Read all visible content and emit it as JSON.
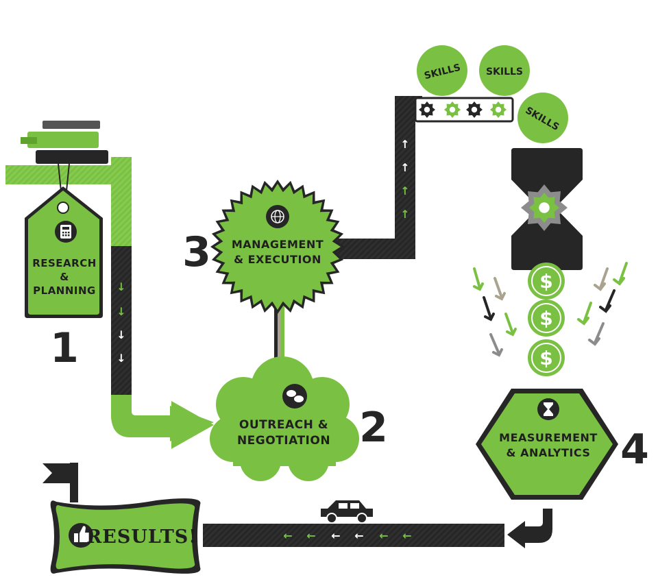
{
  "steps": {
    "s1": {
      "number": "1",
      "line1": "RESEARCH",
      "line2": "&",
      "line3": "PLANNING",
      "icon": "calculator-icon"
    },
    "s2": {
      "number": "2",
      "line1": "OUTREACH &",
      "line2": "NEGOTIATION",
      "icon": "chat-bubbles-icon"
    },
    "s3": {
      "number": "3",
      "line1": "MANAGEMENT",
      "line2": "& EXECUTION",
      "icon": "globe-icon"
    },
    "s4": {
      "number": "4",
      "line1": "MEASUREMENT",
      "line2": "& ANALYTICS",
      "icon": "hourglass-icon"
    }
  },
  "skills": [
    "SKILLS",
    "SKILLS",
    "SKILLS"
  ],
  "money": [
    "$",
    "$",
    "$"
  ],
  "results": {
    "label": "RESULTS!",
    "icon": "thumbs-up-icon"
  },
  "colors": {
    "green": "#7ac143",
    "dark": "#262626",
    "gray": "#8c8c8c",
    "tan": "#a9a38f"
  }
}
